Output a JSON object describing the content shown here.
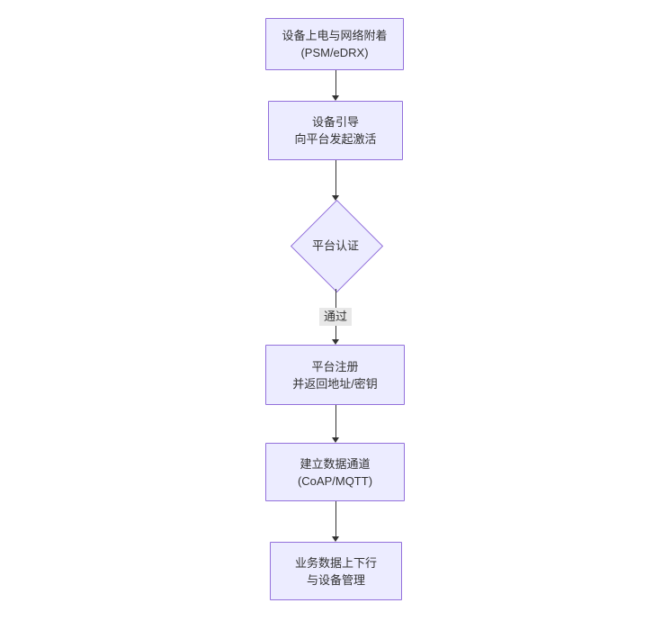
{
  "diagram": {
    "type": "flowchart",
    "direction": "top-down",
    "nodes": [
      {
        "index": 0,
        "shape": "rect",
        "lines": [
          "设备上电与网络附着",
          "(PSM/eDRX)"
        ]
      },
      {
        "index": 1,
        "shape": "rect",
        "lines": [
          "设备引导",
          "向平台发起激活"
        ]
      },
      {
        "index": 2,
        "shape": "diamond",
        "lines": [
          "平台认证"
        ]
      },
      {
        "index": 3,
        "shape": "rect",
        "lines": [
          "平台注册",
          "并返回地址/密钥"
        ]
      },
      {
        "index": 4,
        "shape": "rect",
        "lines": [
          "建立数据通道",
          "(CoAP/MQTT)"
        ]
      },
      {
        "index": 5,
        "shape": "rect",
        "lines": [
          "业务数据上下行",
          "与设备管理"
        ]
      }
    ],
    "edges": [
      {
        "from": 0,
        "to": 1,
        "label": ""
      },
      {
        "from": 1,
        "to": 2,
        "label": ""
      },
      {
        "from": 2,
        "to": 3,
        "label": "通过"
      },
      {
        "from": 3,
        "to": 4,
        "label": ""
      },
      {
        "from": 4,
        "to": 5,
        "label": ""
      }
    ],
    "colors": {
      "node_fill": "#ECECFF",
      "node_border": "#9370DB",
      "arrow": "#333333",
      "text": "#333333",
      "edge_label_bg": "#e8e8e8",
      "background": "#ffffff"
    }
  }
}
